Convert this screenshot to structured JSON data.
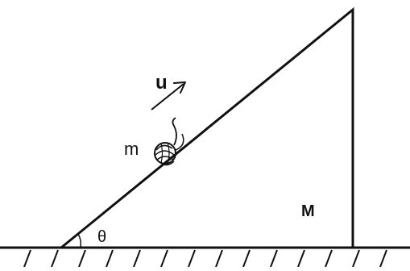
{
  "diagram": {
    "labels": {
      "velocity": "u",
      "small_mass": "m",
      "large_mass": "M",
      "angle": "θ"
    },
    "colors": {
      "ink": "#111111",
      "background": "#ffffff"
    }
  }
}
